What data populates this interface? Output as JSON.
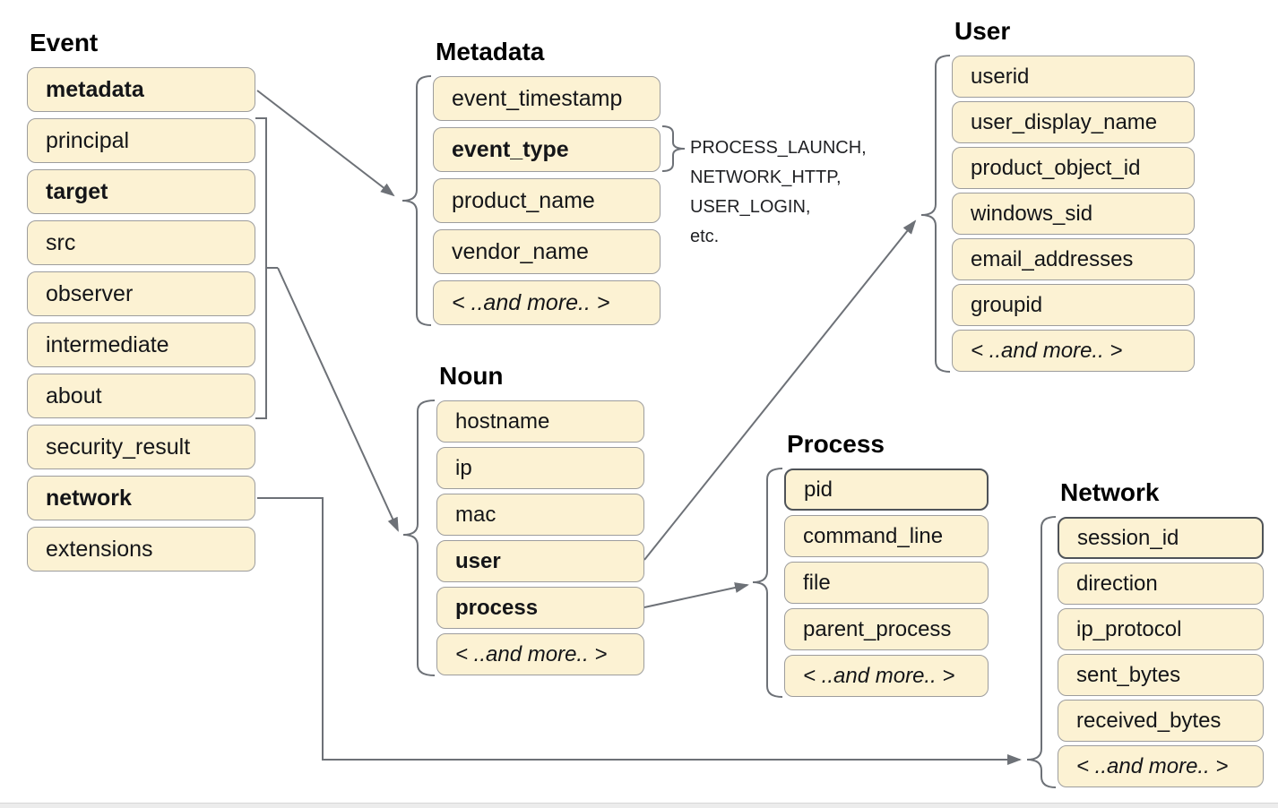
{
  "colors": {
    "background": "#ffffff",
    "box_fill": "#fcf2d3",
    "box_border": "#9d9d9d",
    "box_border_dark": "#4f5358",
    "box_text": "#141518",
    "title_text": "#000000",
    "connector": "#6d7177",
    "footer_strip": "#ececec",
    "footer_line": "#d7d7d7"
  },
  "groups": [
    {
      "id": "event",
      "title": "Event",
      "items": [
        {
          "label": "metadata",
          "bold": true
        },
        {
          "label": "principal"
        },
        {
          "label": "target",
          "bold": true
        },
        {
          "label": "src"
        },
        {
          "label": "observer"
        },
        {
          "label": "intermediate"
        },
        {
          "label": "about"
        },
        {
          "label": "security_result"
        },
        {
          "label": "network",
          "bold": true
        },
        {
          "label": "extensions"
        }
      ]
    },
    {
      "id": "metadata",
      "title": "Metadata",
      "items": [
        {
          "label": "event_timestamp"
        },
        {
          "label": "event_type",
          "bold": true
        },
        {
          "label": "product_name"
        },
        {
          "label": "vendor_name"
        },
        {
          "label": "< ..and more.. >",
          "italic": true
        }
      ]
    },
    {
      "id": "user",
      "title": "User",
      "items": [
        {
          "label": "userid"
        },
        {
          "label": "user_display_name"
        },
        {
          "label": "product_object_id"
        },
        {
          "label": "windows_sid"
        },
        {
          "label": "email_addresses"
        },
        {
          "label": "groupid"
        },
        {
          "label": "< ..and more.. >",
          "italic": true
        }
      ]
    },
    {
      "id": "noun",
      "title": "Noun",
      "items": [
        {
          "label": "hostname"
        },
        {
          "label": "ip"
        },
        {
          "label": "mac"
        },
        {
          "label": "user",
          "bold": true
        },
        {
          "label": "process",
          "bold": true
        },
        {
          "label": "< ..and more.. >",
          "italic": true
        }
      ]
    },
    {
      "id": "process",
      "title": "Process",
      "items": [
        {
          "label": "pid",
          "dark_border": true
        },
        {
          "label": "command_line"
        },
        {
          "label": "file"
        },
        {
          "label": "parent_process"
        },
        {
          "label": "< ..and more.. >",
          "italic": true
        }
      ]
    },
    {
      "id": "network",
      "title": "Network",
      "items": [
        {
          "label": "session_id",
          "dark_border": true
        },
        {
          "label": "direction"
        },
        {
          "label": "ip_protocol"
        },
        {
          "label": "sent_bytes"
        },
        {
          "label": "received_bytes"
        },
        {
          "label": "< ..and more.. >",
          "italic": true
        }
      ]
    }
  ],
  "annotation": {
    "lines": [
      "PROCESS_LAUNCH,",
      "NETWORK_HTTP,",
      "USER_LOGIN,",
      "etc."
    ]
  },
  "connections": [
    {
      "from": "Event.metadata",
      "to": "Metadata"
    },
    {
      "from": "Event.principal..about",
      "to": "Noun"
    },
    {
      "from": "Noun.user",
      "to": "User"
    },
    {
      "from": "Noun.process",
      "to": "Process"
    },
    {
      "from": "Event.network",
      "to": "Network"
    }
  ]
}
